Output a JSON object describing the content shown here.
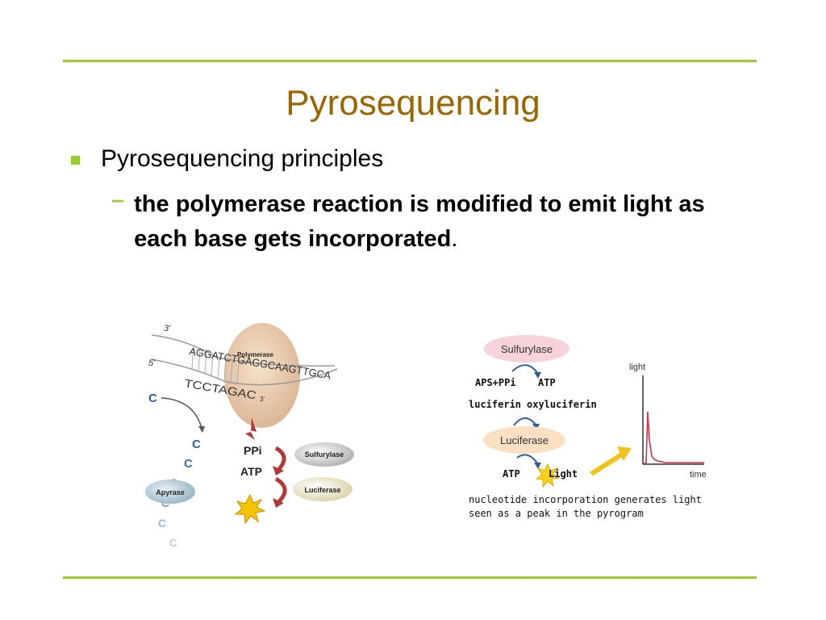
{
  "slide": {
    "title": "Pyrosequencing",
    "bullet": "Pyrosequencing principles",
    "sub_bullet": "the polymerase reaction is modified to emit light as each base gets incorporated",
    "sub_bullet_end": ".",
    "accent_color": "#99cc33",
    "title_color": "#996600"
  },
  "left_diagram": {
    "strand_3": "3'",
    "strand_5": "5'",
    "upper_sequence": "AGGATCTGAGGCAAGTTGCA",
    "lower_sequence": "TCCTAGAC",
    "lower_end": "3'",
    "polymerase": "Polymerase",
    "ppi": "PPi",
    "atp": "ATP",
    "sulfurylase": "Sulfurylase",
    "luciferase": "Luciferase",
    "apyrase": "Apyrase",
    "nucleotide": "C"
  },
  "right_diagram": {
    "sulfurylase": "Sulfurylase",
    "aps_ppi": "APS+PPi",
    "atp_top": "ATP",
    "luciferin": "luciferin",
    "oxyluciferin": "oxyluciferin",
    "luciferase": "Luciferase",
    "atp_bottom": "ATP",
    "light_label": "Light",
    "axis_y": "light",
    "axis_x": "time",
    "caption_line1": "nucleotide incorporation generates light",
    "caption_line2": "seen as a peak in the pyrogram"
  }
}
